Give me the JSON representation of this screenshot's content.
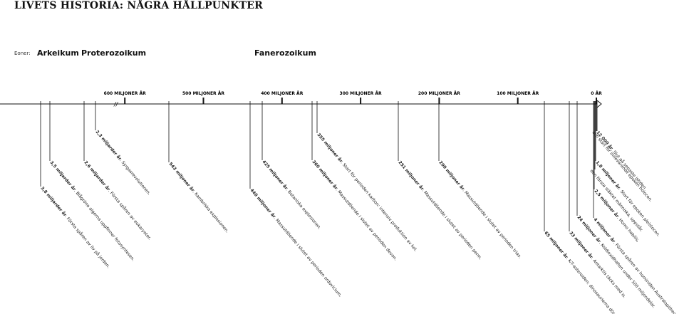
{
  "title": "LIVETS HISTORIA: NÅGRA HÅLLPUNKTER",
  "eons": {
    "label": "Eoner:",
    "items": [
      "Arkeikum",
      "Proterozoikum",
      "Fanerozoikum"
    ]
  },
  "axis": {
    "ticks": [
      {
        "label": "600 MILJONER ÅR",
        "value": 600
      },
      {
        "label": "500 MILJONER ÅR",
        "value": 500
      },
      {
        "label": "400 MILJONER ÅR",
        "value": 400
      },
      {
        "label": "300 MILJONER ÅR",
        "value": 300
      },
      {
        "label": "200 MILJONER ÅR",
        "value": 200
      },
      {
        "label": "100 MILJONER ÅR",
        "value": 100
      },
      {
        "label": "0 ÅR",
        "value": 0
      }
    ],
    "break_marker": "//"
  },
  "events": [
    {
      "time": "3,8 miljarder år",
      "text": "Första spåren av liv på jorden."
    },
    {
      "time": "3,5 miljarder år",
      "text": "Blågröna algerna uppfinner fotosyntesen."
    },
    {
      "time": "2,6 miljarder år",
      "text": "Första spåren av eukaryoter."
    },
    {
      "time": "2,3 miljarder år",
      "text": "Syrgasrevolutionen."
    },
    {
      "time": "543 miljoner år",
      "text": "Kambriska explosionen."
    },
    {
      "time": "440 miljoner år",
      "text": "Massutdöende i slutet av perioden ordovicium."
    },
    {
      "time": "425 miljoner år",
      "text": "Botaniska explosionen."
    },
    {
      "time": "360 miljoner år",
      "text": "Massutdöende i slutet av perioden devon."
    },
    {
      "time": "355 miljoner år",
      "text": "Start för perioden karbon: intensiv produktion av kol."
    },
    {
      "time": "251 miljoner år",
      "text": "Massutdöende i slutet av perioden perm."
    },
    {
      "time": "200 miljoner år",
      "text": "Massutdöende i slutet av perioden trias."
    },
    {
      "time": "65 miljoner år",
      "text": "K-T-asteroiden: dinosaurierna dör ut."
    },
    {
      "time": "33 miljoner år",
      "text": "Antarktis täcks med is."
    },
    {
      "time": "24 miljoner år",
      "text": "Koldioxidhalten under 500 miljondelar."
    },
    {
      "time": "4 miljoner år",
      "text": "Första spåren av hominiden Australopithecus."
    },
    {
      "time": "2,5 miljoner år",
      "text": "Homo habilis,"
    },
    {
      "time": "",
      "text": "den första släktet människa, uppstår."
    },
    {
      "time": "1,8 miljoner år",
      "text": "Start för epoken pleistocen."
    },
    {
      "time": "12 000 år",
      "text": "Slut på senaste istiden"
    },
    {
      "time": "",
      "text": "och start för innevarande epoken holocen."
    }
  ]
}
